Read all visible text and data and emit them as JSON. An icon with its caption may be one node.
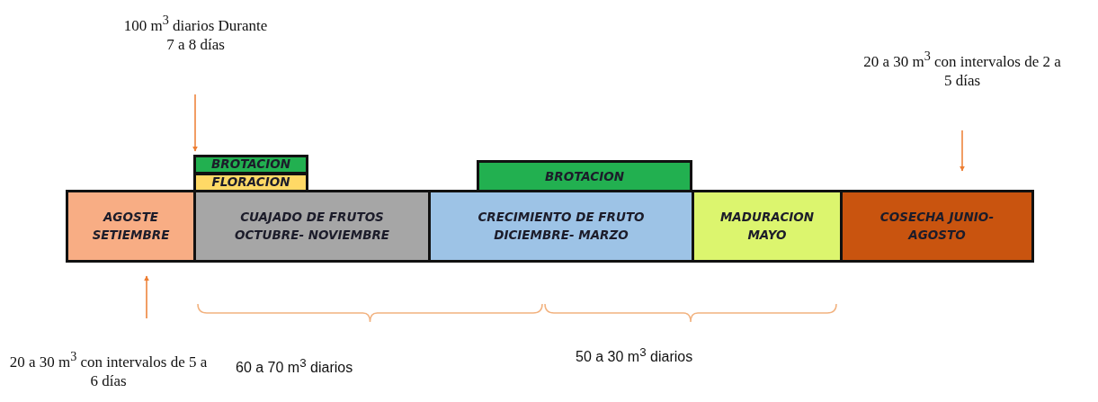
{
  "diagram": {
    "nodes": [
      {
        "text": [
          "AGOSTE SETIEMBRE"
        ]
      },
      {
        "text": [
          "CUAJADO DE FRUTOS OCTUBRE- NOVIEMBRE"
        ]
      },
      {
        "text": [
          "CRECIMIENTO DE FRUTO DICIEMBRE- MARZO"
        ]
      },
      {
        "text": [
          "MADURACION MAYO"
        ]
      },
      {
        "text": [
          "COSECHA JUNIO- AGOSTO"
        ]
      },
      {
        "text": [
          "BROTACION"
        ]
      },
      {
        "text": [
          "FLORACION"
        ]
      },
      {
        "text": [
          "BROTACION"
        ]
      },
      {
        "text": [
          "100 m$^{3}$ diarios Durante 7 a 8 días"
        ]
      },
      {
        "text": [
          "20 a 30 m$^{3}$ con intervalos de 2 a 5 días"
        ]
      },
      {
        "text": [
          "20 a 30 m$^{3}$ con intervalos de 5 a 6 días"
        ]
      }
    ],
    "edges": [
      {
        "from": 8,
        "to": 5,
        "arrow": "to"
      },
      {
        "from": 9,
        "to": 4,
        "arrow": "to"
      },
      {
        "from": 10,
        "to": 0,
        "arrow": "to"
      }
    ],
    "labels": [
      "60 a 70 m$^{3}$ diarios",
      "50 a 30 m$^{3}$ diarios"
    ]
  }
}
